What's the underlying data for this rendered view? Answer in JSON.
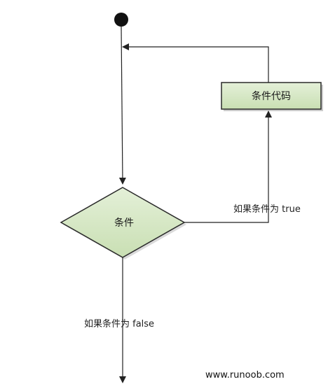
{
  "diagram": {
    "process_box": {
      "label": "条件代码"
    },
    "decision": {
      "label": "条件"
    },
    "edges": {
      "true_label": "如果条件为 true",
      "false_label": "如果条件为 false"
    },
    "watermark": "www.runoob.com"
  },
  "colors": {
    "node_fill": "#d6e8c4",
    "node_stroke": "#2a2a2a",
    "line": "#222222",
    "start_dot": "#111111"
  }
}
